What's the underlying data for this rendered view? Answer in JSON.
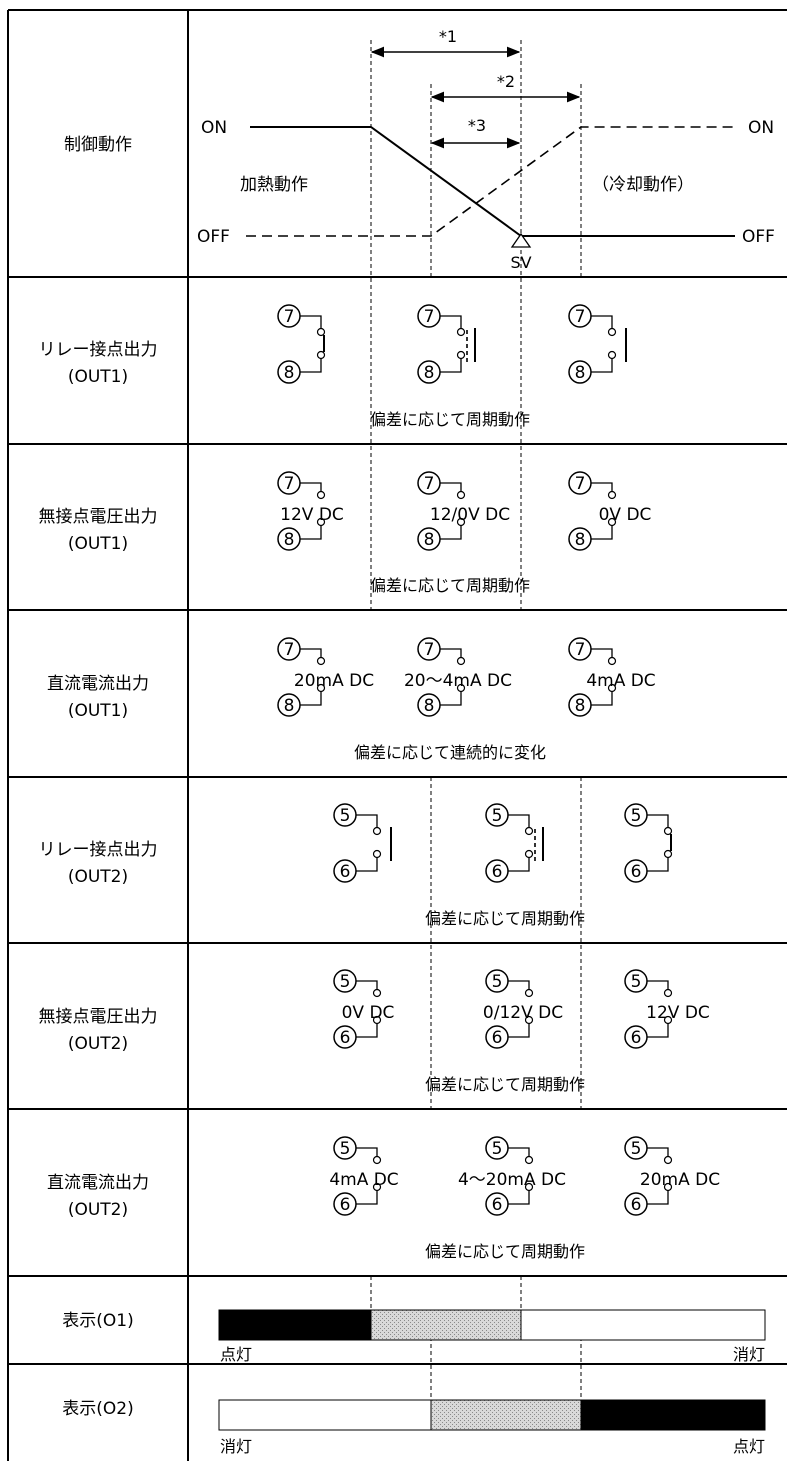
{
  "rows": [
    {
      "label": "制御動作",
      "sub": ""
    },
    {
      "label": "リレー接点出力",
      "sub": "(OUT1)"
    },
    {
      "label": "無接点電圧出力",
      "sub": "(OUT1)"
    },
    {
      "label": "直流電流出力",
      "sub": "(OUT1)"
    },
    {
      "label": "リレー接点出力",
      "sub": "(OUT2)"
    },
    {
      "label": "無接点電圧出力",
      "sub": "(OUT2)"
    },
    {
      "label": "直流電流出力",
      "sub": "(OUT2)"
    },
    {
      "label": "表示(O1)",
      "sub": ""
    },
    {
      "label": "表示(O2)",
      "sub": ""
    }
  ],
  "control": {
    "on_left": "ON",
    "on_right": "ON",
    "off_left": "OFF",
    "off_right": "OFF",
    "heating": "加熱動作",
    "cooling": "（冷却動作）",
    "sv": "SV",
    "note1": "*1",
    "note2": "*2",
    "note3": "*3"
  },
  "pins": {
    "p7": "7",
    "p8": "8",
    "p5": "5",
    "p6": "6"
  },
  "out1_volt": [
    "12V DC",
    "12/0V DC",
    "0V DC"
  ],
  "out1_curr": [
    "20mA DC",
    "20～4mA DC",
    "4mA DC"
  ],
  "out2_volt": [
    "0V DC",
    "0/12V DC",
    "12V DC"
  ],
  "out2_curr": [
    "4mA DC",
    "4～20mA DC",
    "20mA DC"
  ],
  "captions": {
    "cyclic": "偏差に応じて周期動作",
    "continuous": "偏差に応じて連続的に変化"
  },
  "display": {
    "lit": "点灯",
    "unlit": "消灯"
  }
}
